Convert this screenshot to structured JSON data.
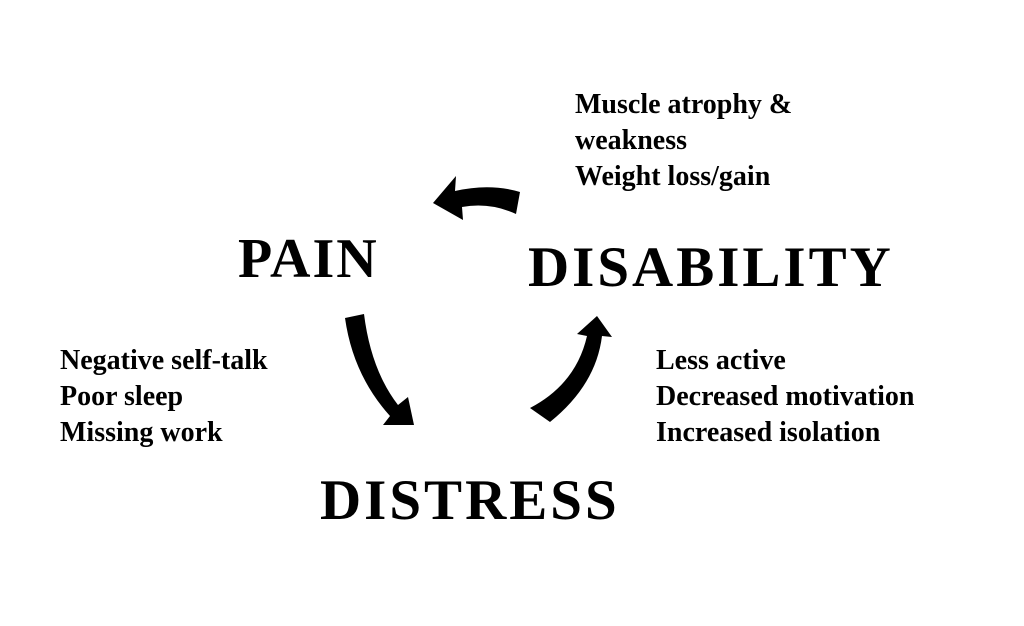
{
  "nodes": {
    "pain": "PAIN",
    "disability": "DISABILITY",
    "distress": "DISTRESS"
  },
  "notes": {
    "top": [
      "Muscle atrophy &",
      "weakness",
      "Weight loss/gain"
    ],
    "left": [
      "Negative self-talk",
      "Poor sleep",
      "Missing work"
    ],
    "right": [
      "Less active",
      "Decreased motivation",
      "Increased isolation"
    ]
  },
  "colors": {
    "ink": "#000000",
    "background": "#ffffff"
  },
  "icons": [
    "curved-arrow-disability-to-pain",
    "curved-arrow-pain-to-distress",
    "curved-arrow-distress-to-disability"
  ]
}
